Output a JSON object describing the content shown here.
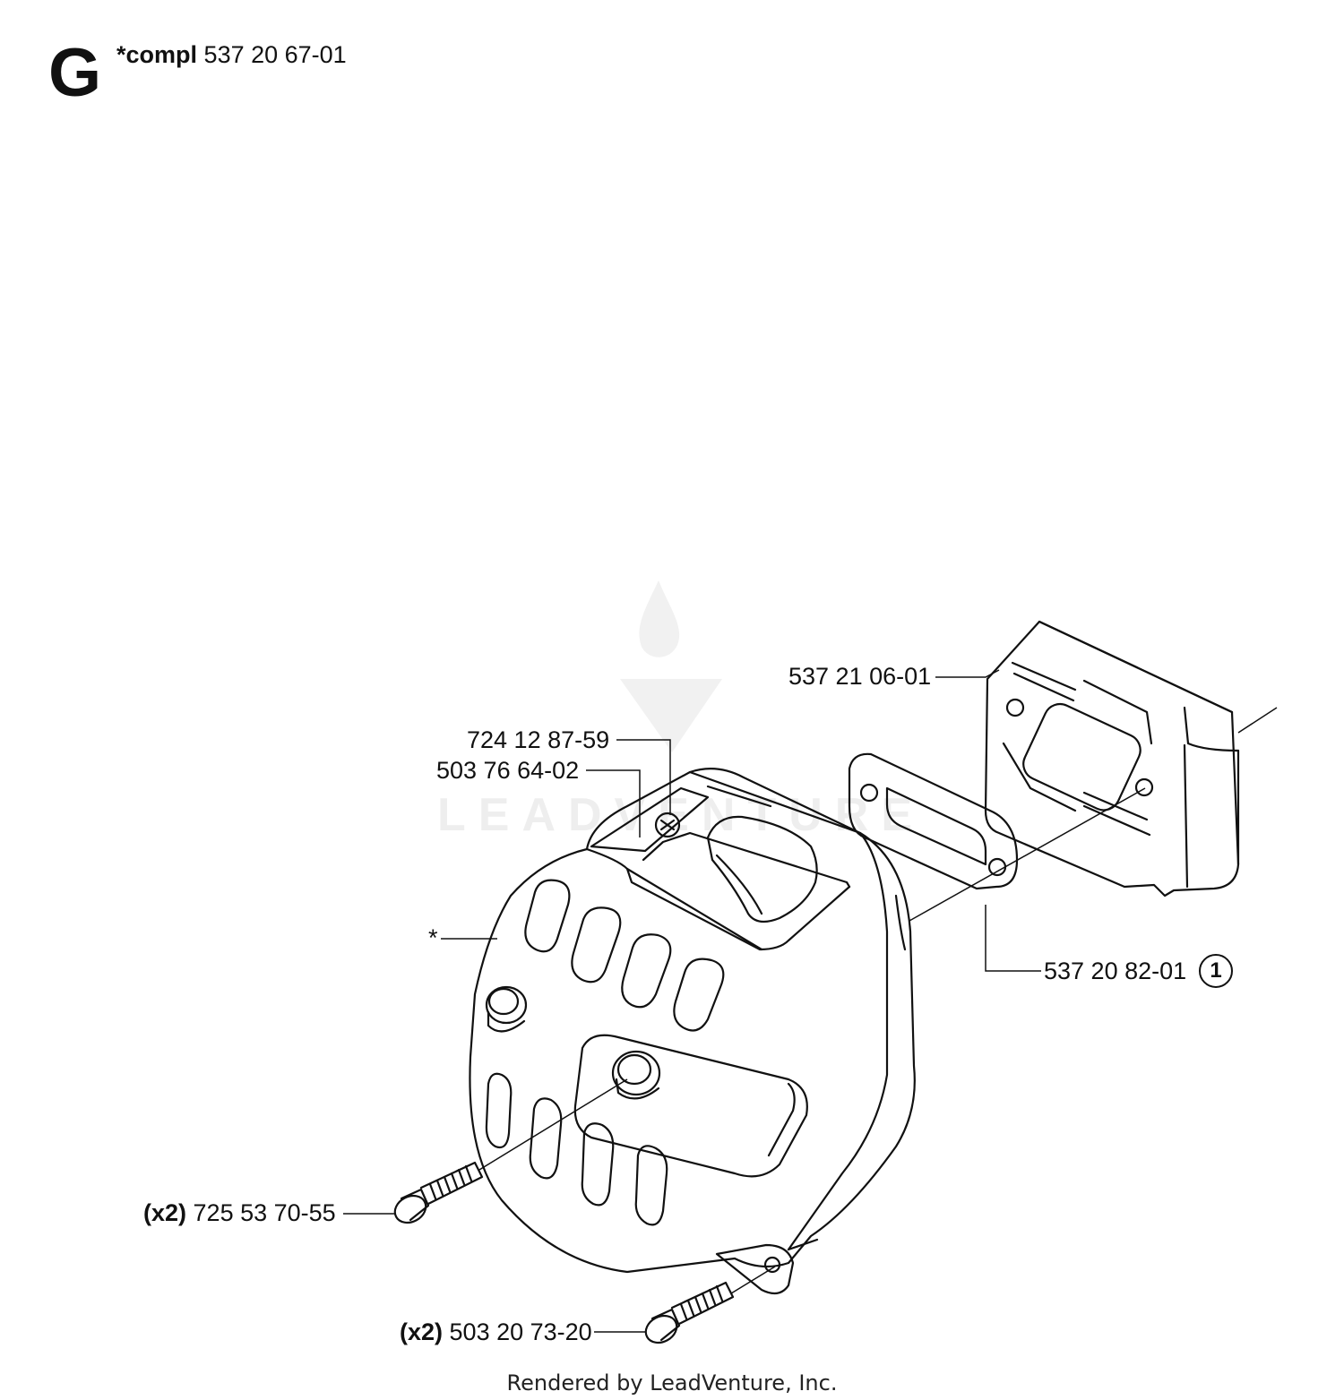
{
  "header": {
    "section_letter": "G",
    "compl_prefix": "*compl",
    "compl_number": "537 20 67-01"
  },
  "labels": {
    "heat_shield": "537 21 06-01",
    "screw_top": "724 12 87-59",
    "plate": "503 76 64-02",
    "muffler_marker": "*",
    "gasket": "537 20 82-01",
    "gasket_badge": "1",
    "bolt_upper_qty": "(x2)",
    "bolt_upper": "725 53 70-55",
    "bolt_lower_qty": "(x2)",
    "bolt_lower": "503 20 73-20"
  },
  "watermark": "LEADVENTURE",
  "footer": "Rendered by LeadVenture, Inc."
}
